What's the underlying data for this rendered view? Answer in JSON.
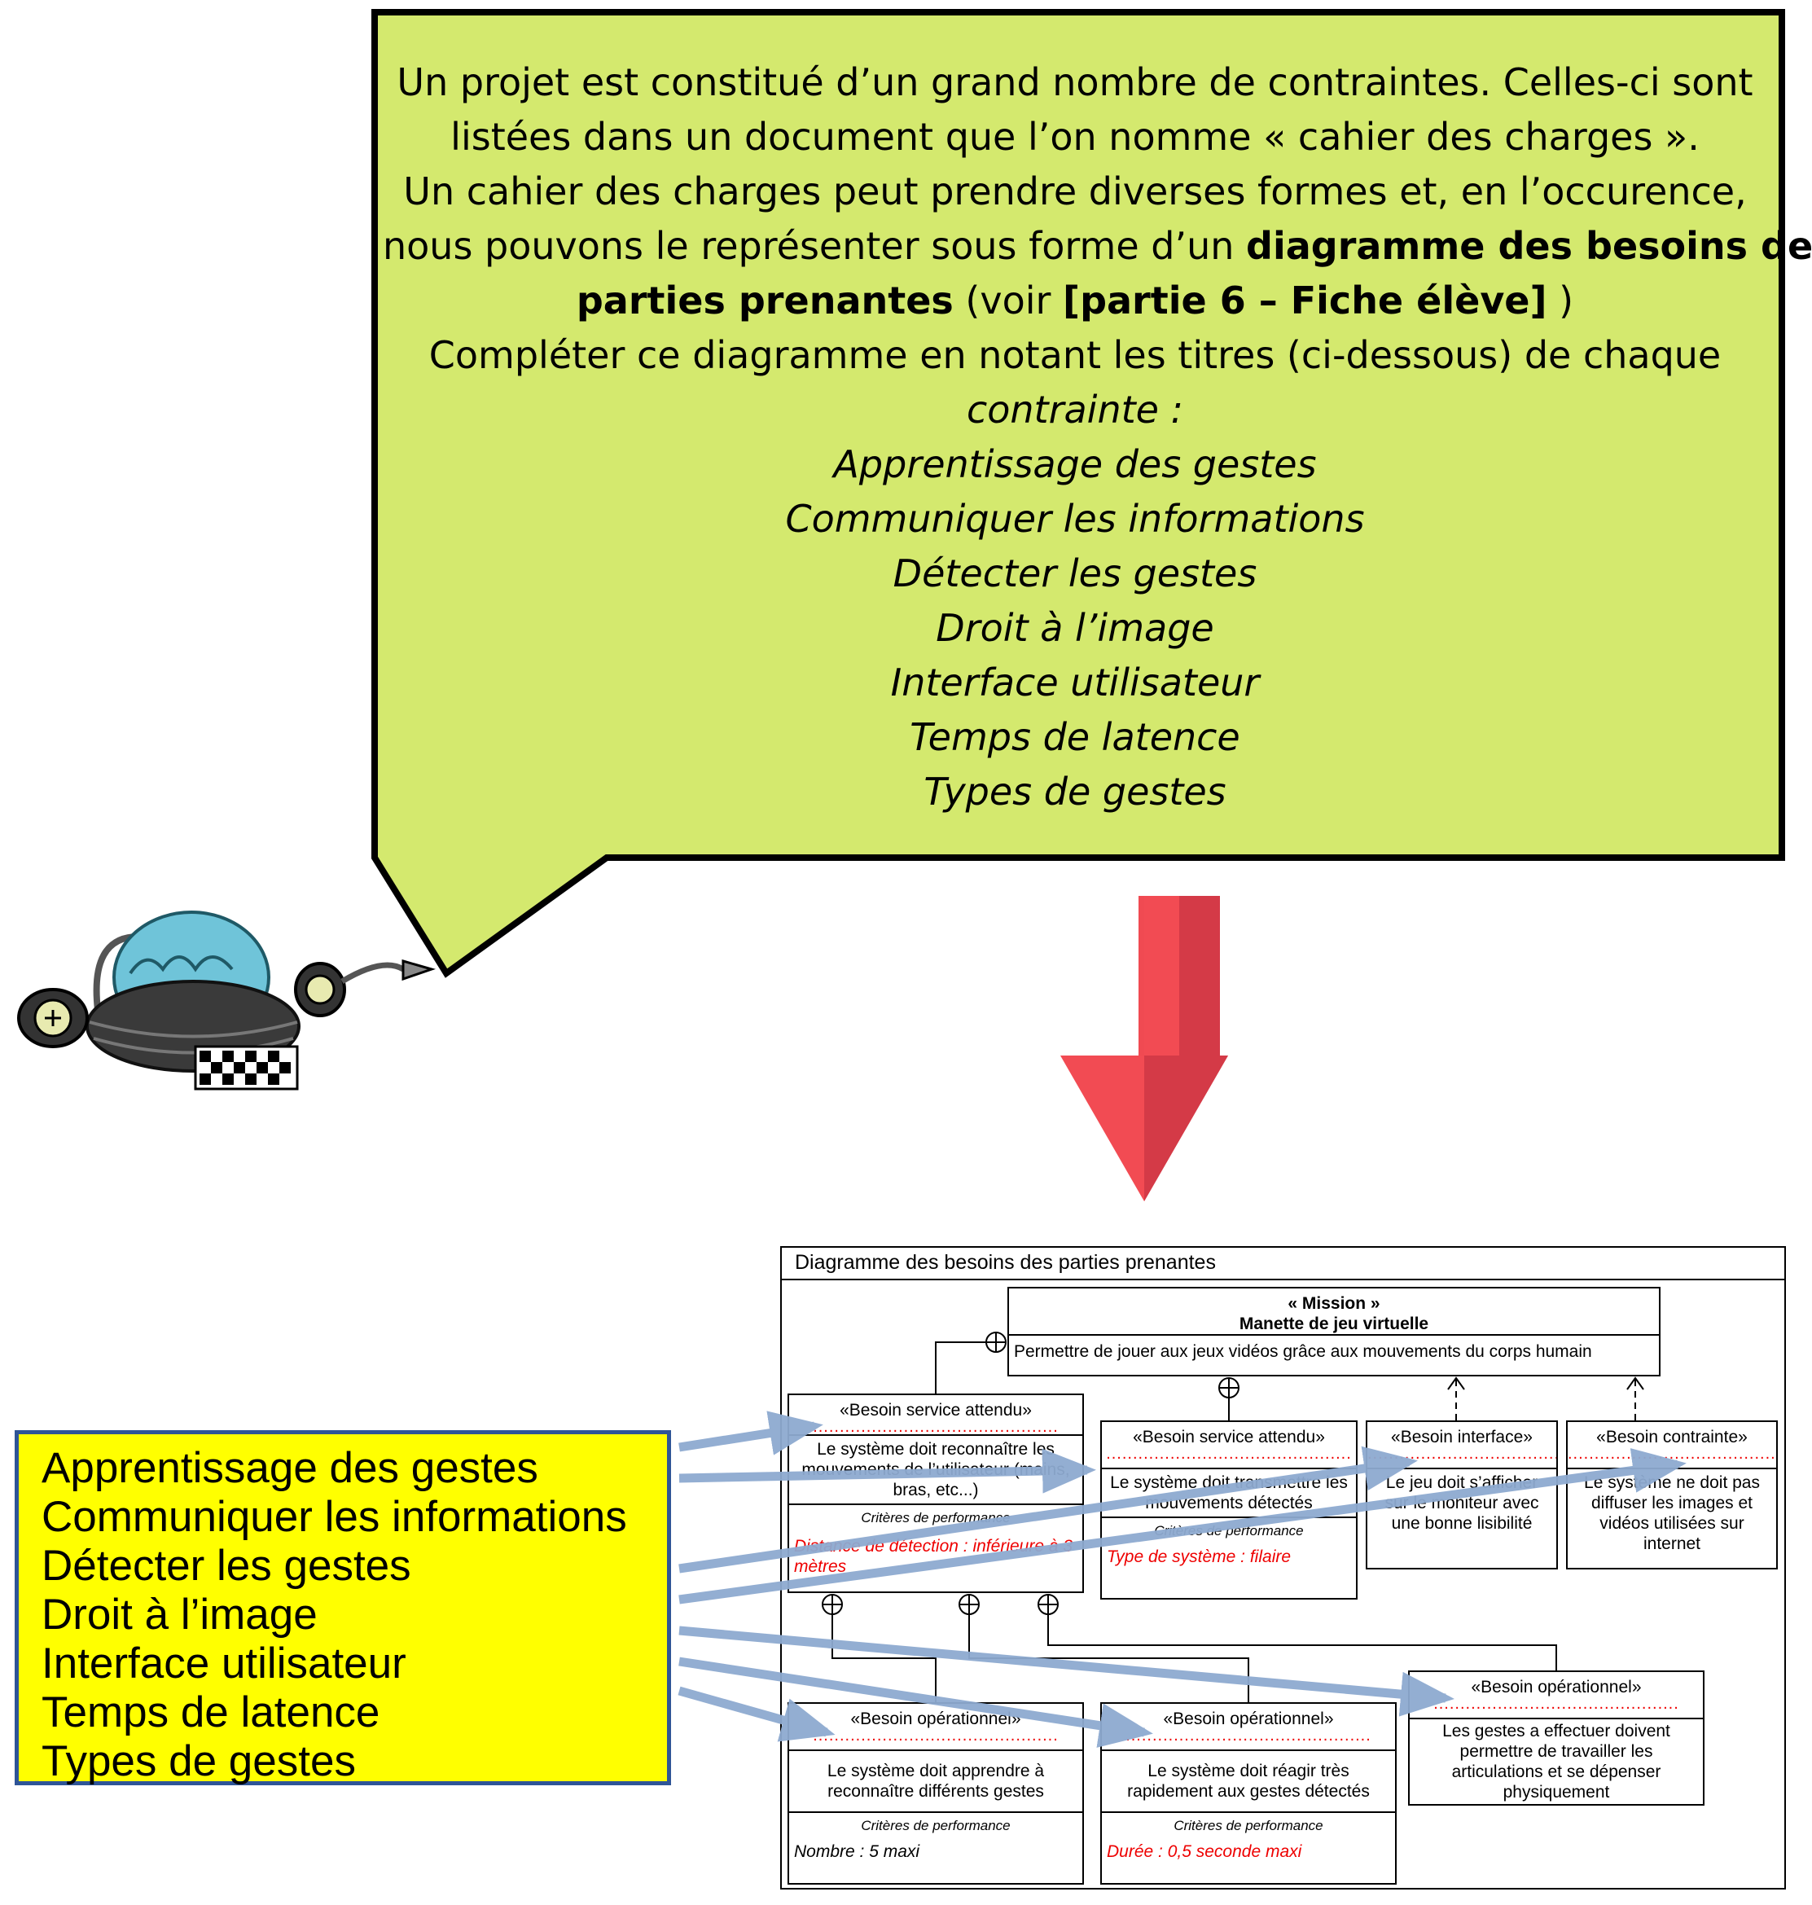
{
  "bubble": {
    "line1": "Un projet est constitué d’un grand nombre de contraintes. Celles-ci sont",
    "line2": "listées dans un document que l’on nomme « cahier des charges ».",
    "line3": "Un cahier des charges peut prendre diverses formes et, en l’occurence,",
    "line4_a": "nous pouvons le représenter sous forme d’un ",
    "line4_b": "diagramme des besoins des",
    "line5_a": "parties prenantes",
    "line5_b": " (voir ",
    "line5_c": "[partie 6 – Fiche élève]",
    "line5_d": " )",
    "line6": "Compléter ce diagramme en notant les titres (ci-dessous) de chaque",
    "line7": "contrainte :",
    "titles": [
      "Apprentissage des gestes",
      "Communiquer les informations",
      "Détecter les gestes",
      "Droit à l’image",
      "Interface utilisateur",
      "Temps de latence",
      "Types de gestes"
    ]
  },
  "answer_box": {
    "items": [
      "Apprentissage des gestes",
      "Communiquer les informations",
      "Détecter les gestes",
      "Droit à l’image",
      "Interface utilisateur",
      "Temps de latence",
      "Types de gestes"
    ]
  },
  "diagram": {
    "title": "Diagramme des besoins des parties prenantes",
    "mission": {
      "stereotype": "« Mission »",
      "name": "Manette de jeu virtuelle",
      "description": "Permettre de jouer aux jeux vidéos grâce aux mouvements du corps humain"
    },
    "dots": "..............................................",
    "crit_label": "Critères de performance",
    "needs": [
      {
        "stereotype": "«Besoin service attendu»",
        "text": "Le système doit reconnaître les mouvements de l’utilisateur (mains, bras, etc...)",
        "criteria": "Distance de détection : inférieure à 3 mètres"
      },
      {
        "stereotype": "«Besoin service attendu»",
        "text": "Le système doit transmettre les mouvements détectés",
        "criteria": "Type de système : filaire"
      },
      {
        "stereotype": "«Besoin interface»",
        "text": "Le jeu doit s’afficher sur le moniteur avec une bonne lisibilité"
      },
      {
        "stereotype": "«Besoin contrainte»",
        "text": "Le système ne doit pas diffuser les images et vidéos utilisées sur internet"
      },
      {
        "stereotype": "«Besoin opérationnel»",
        "text": "Le système doit apprendre à reconnaître différents gestes",
        "criteria": "Nombre : 5 maxi"
      },
      {
        "stereotype": "«Besoin opérationnel»",
        "text": "Le système doit réagir très rapidement aux gestes détectés",
        "criteria": "Durée : 0,5 seconde maxi"
      },
      {
        "stereotype": "«Besoin opérationnel»",
        "text": "Les gestes a effectuer doivent permettre de travailler les articulations et se dépenser physiquement"
      }
    ]
  },
  "colors": {
    "bubble_fill": "#d4e96e",
    "arrow_red": "#e63946",
    "arrow_blue": "#8eaad0",
    "yellow": "#ffff00",
    "box_border": "#2f5597",
    "criteria_red": "#e00000"
  }
}
